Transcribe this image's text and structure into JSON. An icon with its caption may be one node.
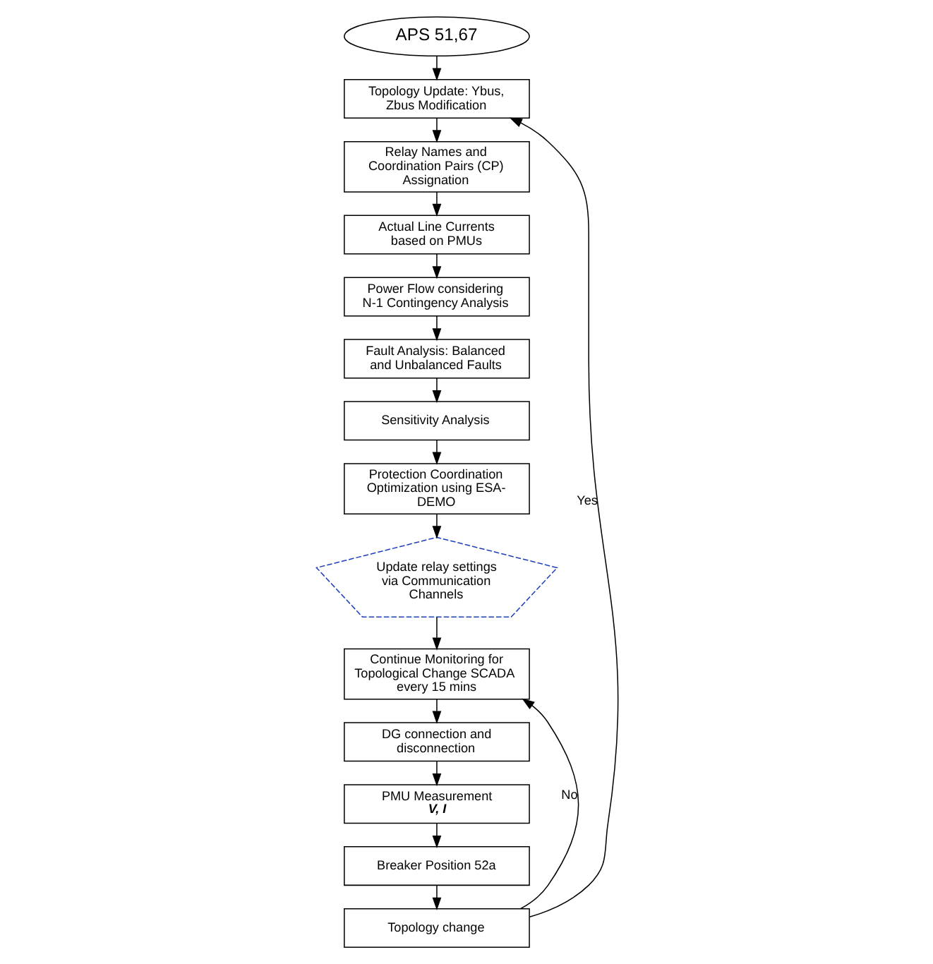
{
  "diagram": {
    "nodes": [
      {
        "text": [
          "APS 51,67"
        ]
      },
      {
        "text": [
          "Topology Update: Ybus, Zbus Modification"
        ]
      },
      {
        "text": [
          "Relay Names and Coordination Pairs (CP) Assignation"
        ]
      },
      {
        "text": [
          "Actual Line Currents based on PMUs"
        ]
      },
      {
        "text": [
          "Power Flow considering N-1 Contingency Analysis"
        ]
      },
      {
        "text": [
          "Fault Analysis: Balanced and Unbalanced Faults"
        ]
      },
      {
        "text": [
          "Sensitivity Analysis"
        ]
      },
      {
        "text": [
          "Protection Coordination Optimization using ESA-DEMO"
        ]
      },
      {
        "text": [
          "Update relay settings via Communication Channels"
        ]
      },
      {
        "text": [
          "Continue Monitoring for Topological Change SCADA every 15 mins"
        ]
      },
      {
        "text": [
          "DG connection and disconnection"
        ]
      },
      {
        "text": [
          "PMU Measurement",
          "V, I"
        ]
      },
      {
        "text": [
          "Breaker Position 52a"
        ]
      },
      {
        "text": [
          "Topology change"
        ]
      }
    ],
    "edges": [
      {
        "from": 0,
        "to": 1,
        "arrow": "to"
      },
      {
        "from": 1,
        "to": 2,
        "arrow": "to"
      },
      {
        "from": 2,
        "to": 3,
        "arrow": "to"
      },
      {
        "from": 3,
        "to": 4,
        "arrow": "to"
      },
      {
        "from": 4,
        "to": 5,
        "arrow": "to"
      },
      {
        "from": 5,
        "to": 6,
        "arrow": "to"
      },
      {
        "from": 6,
        "to": 7,
        "arrow": "to"
      },
      {
        "from": 7,
        "to": 8,
        "arrow": "to"
      },
      {
        "from": 8,
        "to": 9,
        "arrow": "to"
      },
      {
        "from": 9,
        "to": 10,
        "arrow": "to"
      },
      {
        "from": 10,
        "to": 11,
        "arrow": "to"
      },
      {
        "from": 11,
        "to": 12,
        "arrow": "to"
      },
      {
        "from": 12,
        "to": 13,
        "arrow": "to"
      },
      {
        "from": 13,
        "to": 1,
        "arrow": "to",
        "label": "Yes"
      },
      {
        "from": 13,
        "to": 9,
        "arrow": "to",
        "label": "No"
      }
    ]
  }
}
